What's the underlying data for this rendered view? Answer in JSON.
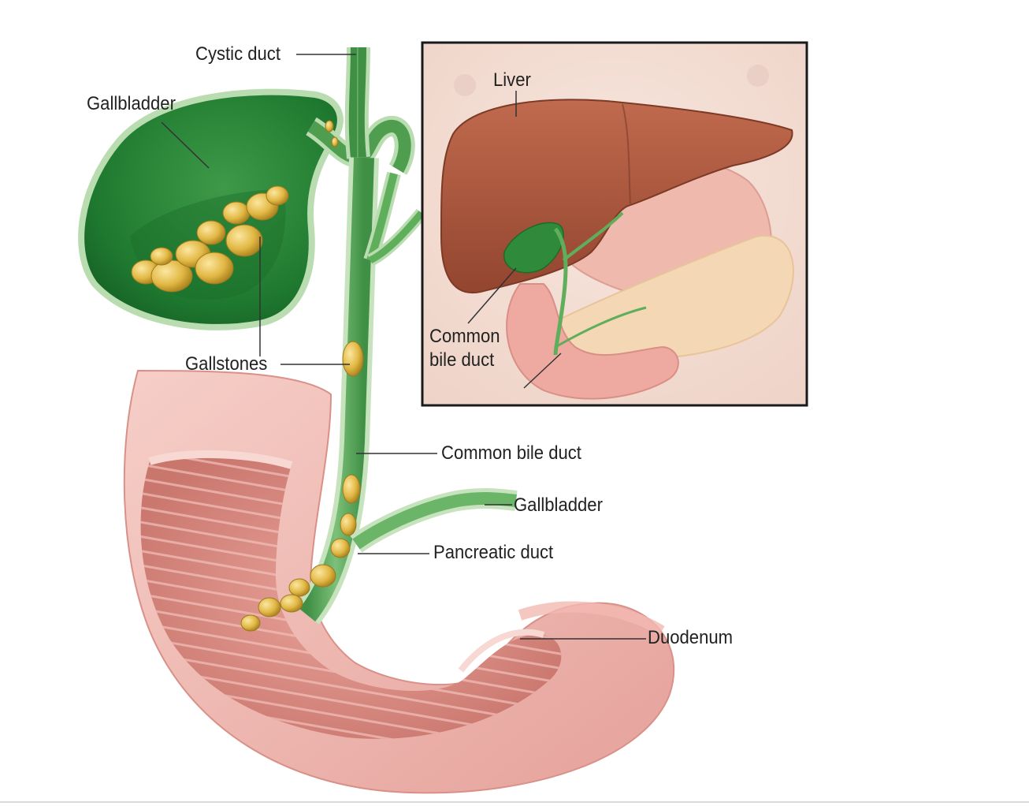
{
  "labels": {
    "cystic_duct": "Cystic duct",
    "gallbladder_main": "Gallbladder",
    "gallstones": "Gallstones",
    "common_bile_duct_main": "Common bile duct",
    "gallbladder_lower": "Gallbladder",
    "pancreatic_duct": "Pancreatic duct",
    "duodenum": "Duodenum"
  },
  "inset": {
    "liver": "Liver",
    "common_bile_duct_line1": "Common",
    "common_bile_duct_line2": "bile duct"
  },
  "colors": {
    "gallbladder": "#2f8a3c",
    "bile_duct": "#5fae5c",
    "gallstone": "#e0b640",
    "duodenum": "#e39a94",
    "liver": "#a9533c",
    "inset_border": "#1a1a1a"
  }
}
